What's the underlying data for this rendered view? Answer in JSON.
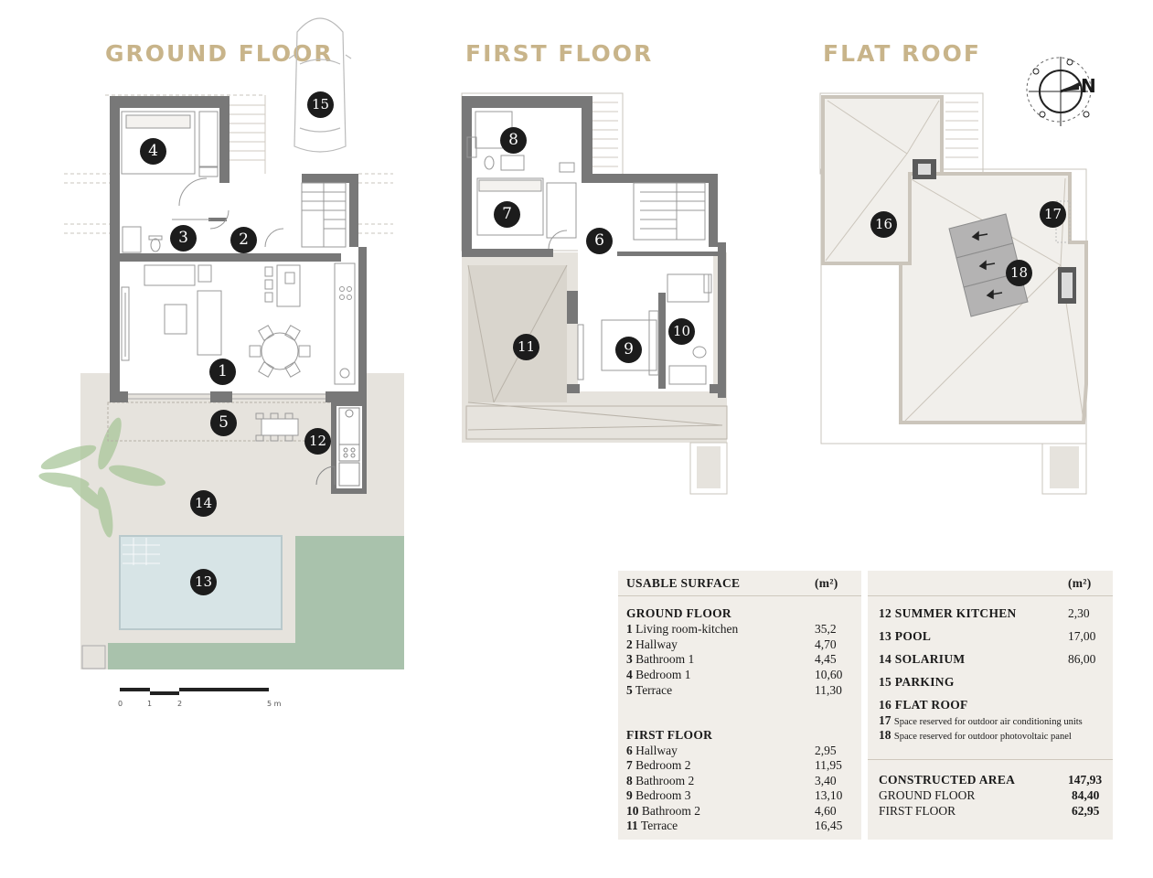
{
  "floors": {
    "ground": "GROUND FLOOR",
    "first": "FIRST FLOOR",
    "roof": "FLAT ROOF"
  },
  "compass": "N",
  "scale": {
    "s0": "0",
    "s1": "1",
    "s2": "2",
    "s5": "5 m"
  },
  "markers": {
    "m1": "1",
    "m2": "2",
    "m3": "3",
    "m4": "4",
    "m5": "5",
    "m6": "6",
    "m7": "7",
    "m8": "8",
    "m9": "9",
    "m10": "10",
    "m11": "11",
    "m12": "12",
    "m13": "13",
    "m14": "14",
    "m15": "15",
    "m16": "16",
    "m17": "17",
    "m18": "18"
  },
  "table": {
    "heading": "USABLE SURFACE",
    "unit": "(m²)",
    "unit_right": "(m²)",
    "ground_floor": {
      "title": "GROUND FLOOR",
      "rows": [
        {
          "num": "1",
          "name": "Living room-kitchen",
          "area": "35,2"
        },
        {
          "num": "2",
          "name": "Hallway",
          "area": "4,70"
        },
        {
          "num": "3",
          "name": "Bathroom 1",
          "area": "4,45"
        },
        {
          "num": "4",
          "name": "Bedroom 1",
          "area": "10,60"
        },
        {
          "num": "5",
          "name": "Terrace",
          "area": "11,30"
        }
      ]
    },
    "first_floor": {
      "title": "FIRST FLOOR",
      "rows": [
        {
          "num": "6",
          "name": "Hallway",
          "area": "2,95"
        },
        {
          "num": "7",
          "name": "Bedroom 2",
          "area": "11,95"
        },
        {
          "num": "8",
          "name": "Bathroom 2",
          "area": "3,40"
        },
        {
          "num": "9",
          "name": "Bedroom 3",
          "area": "13,10"
        },
        {
          "num": "10",
          "name": "Bathroom 2",
          "area": "4,60"
        },
        {
          "num": "11",
          "name": "Terrace",
          "area": "16,45"
        }
      ]
    },
    "extra": [
      {
        "label": "12 SUMMER KITCHEN",
        "area": "2,30"
      },
      {
        "label": "13 POOL",
        "area": "17,00"
      },
      {
        "label": "14 SOLARIUM",
        "area": "86,00"
      },
      {
        "label": "15 PARKING",
        "area": ""
      },
      {
        "label": "16 FLAT ROOF",
        "area": ""
      }
    ],
    "notes": [
      {
        "num": "17",
        "text": "Space reserved for outdoor air conditioning units"
      },
      {
        "num": "18",
        "text": "Space reserved for outdoor photovoltaic panel"
      }
    ],
    "constructed": {
      "label": "CONSTRUCTED AREA",
      "value": "147,93"
    },
    "summary": [
      {
        "label": "GROUND FLOOR",
        "value": "84,40"
      },
      {
        "label": "FIRST FLOOR",
        "value": "62,95"
      }
    ]
  }
}
